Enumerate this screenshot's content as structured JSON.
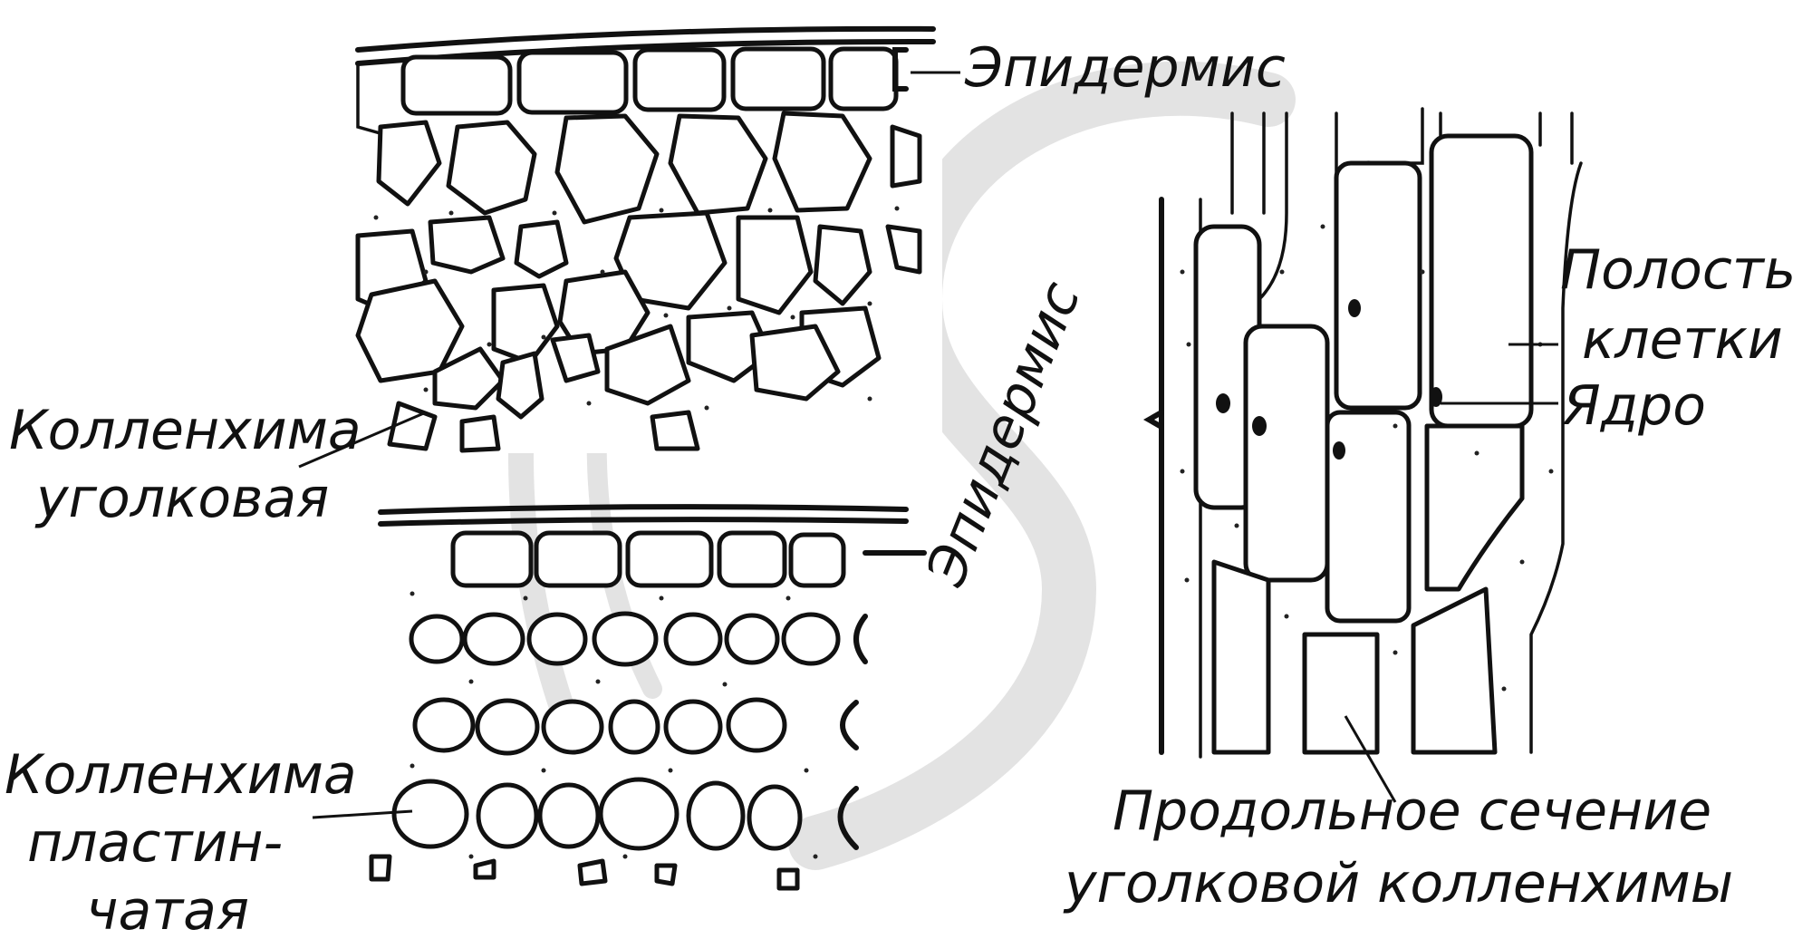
{
  "labels": {
    "epidermis_top": "Эпидермис",
    "epidermis_side": "Эпидермис",
    "angular_collenchyma_line1": "Колленхима",
    "angular_collenchyma_line2": "уголковая",
    "lamellar_collenchyma_line1": "Колленхима",
    "lamellar_collenchyma_line2": "пластин-",
    "lamellar_collenchyma_line3": "чатая",
    "cell_cavity_line1": "Полость",
    "cell_cavity_line2": "клетки",
    "nucleus": "Ядро",
    "longitudinal_line1": "Продольное сечение",
    "longitudinal_line2": "уголковой колленхимы"
  },
  "colors": {
    "ink": "#111111",
    "watermark": "#e3e3e3",
    "background": "#ffffff"
  }
}
